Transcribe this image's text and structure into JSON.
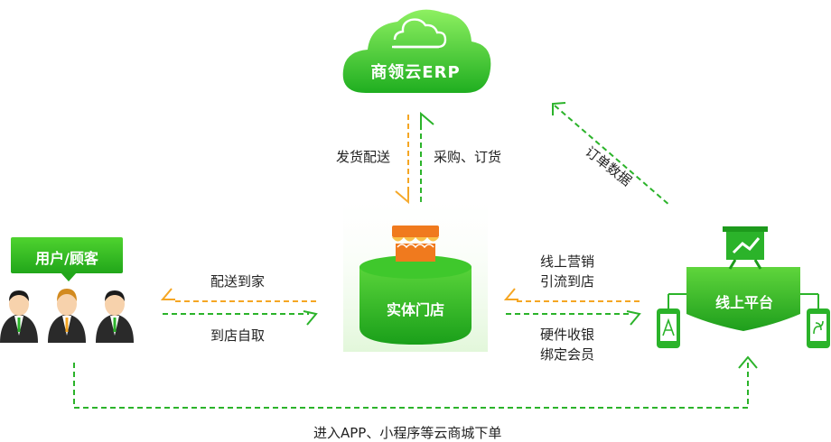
{
  "nodes": {
    "erp": "商领云ERP",
    "store": "实体门店",
    "online": "线上平台",
    "users": "用户/顾客"
  },
  "flows": {
    "ship": "发货配送",
    "purchase": "采购、订货",
    "order_data": "订单数据",
    "deliver_home": "配送到家",
    "pickup": "到店自取",
    "marketing_line1": "线上营销",
    "marketing_line2": "引流到店",
    "hardware_line1": "硬件收银",
    "hardware_line2": "绑定会员",
    "app_order": "进入APP、小程序等云商城下单"
  },
  "colors": {
    "green": "#2bb32a",
    "light_green": "#6fe04a",
    "orange": "#f5a623",
    "store_awning": "#f07a1e"
  },
  "icons": [
    "cloud-icon",
    "store-icon",
    "chart-icon",
    "phone-icon",
    "person-icon"
  ]
}
